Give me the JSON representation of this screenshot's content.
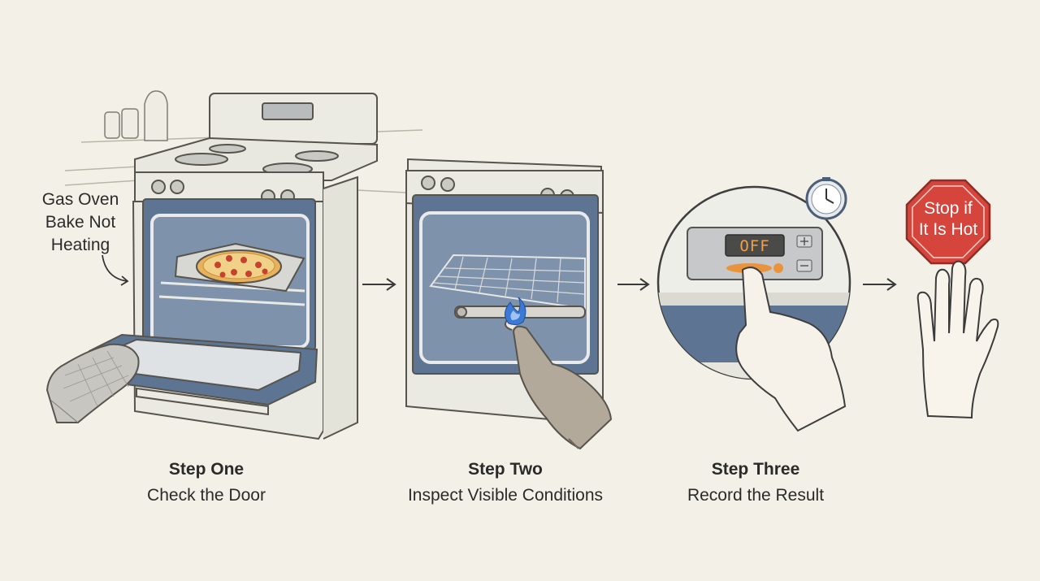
{
  "side_label": {
    "lines": [
      "Gas Oven",
      "Bake Not",
      "Heating"
    ]
  },
  "steps": [
    {
      "title": "Step One",
      "desc": "Check the Door"
    },
    {
      "title": "Step Two",
      "desc": "Inspect Visible Conditions"
    },
    {
      "title": "Step Three",
      "desc": "Record the Result"
    }
  ],
  "display": {
    "text": "OFF"
  },
  "stop_sign": {
    "line1": "Stop if",
    "line2": "It Is Hot"
  },
  "colors": {
    "background": "#f3f1e7",
    "oven_interior": "#5d7592",
    "stop_red": "#d6453c",
    "flame_blue": "#3a7ad6",
    "display_orange": "#f08a24"
  }
}
